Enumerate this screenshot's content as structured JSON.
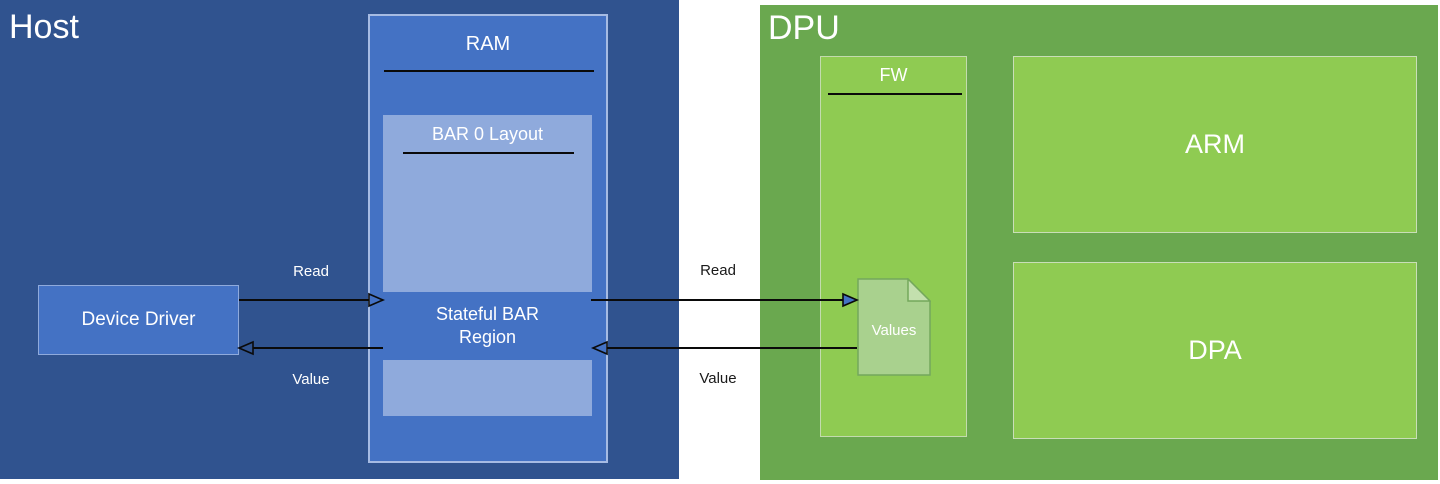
{
  "host": {
    "title": "Host",
    "device_driver_label": "Device Driver",
    "ram_title": "RAM",
    "bar0_title": "BAR 0 Layout",
    "stateful_region_label": "Stateful BAR Region"
  },
  "dpu": {
    "title": "DPU",
    "fw_title": "FW",
    "values_label": "Values",
    "arm_label": "ARM",
    "dpa_label": "DPA"
  },
  "arrows": {
    "host_read_label": "Read",
    "host_value_label": "Value",
    "dpu_read_label": "Read",
    "dpu_value_label": "Value"
  },
  "icons": {
    "values_document": "document-icon"
  },
  "colors": {
    "host_bg": "#30538F",
    "accent_blue": "#4472C4",
    "light_blue": "#8FAADC",
    "dpu_bg": "#6AA84F",
    "light_green": "#8FCB52",
    "values_fill": "#A9D18E",
    "values_border": "#74A85C",
    "values_fold": "#C3E0AE",
    "arrow_color": "#0a0a0a"
  }
}
